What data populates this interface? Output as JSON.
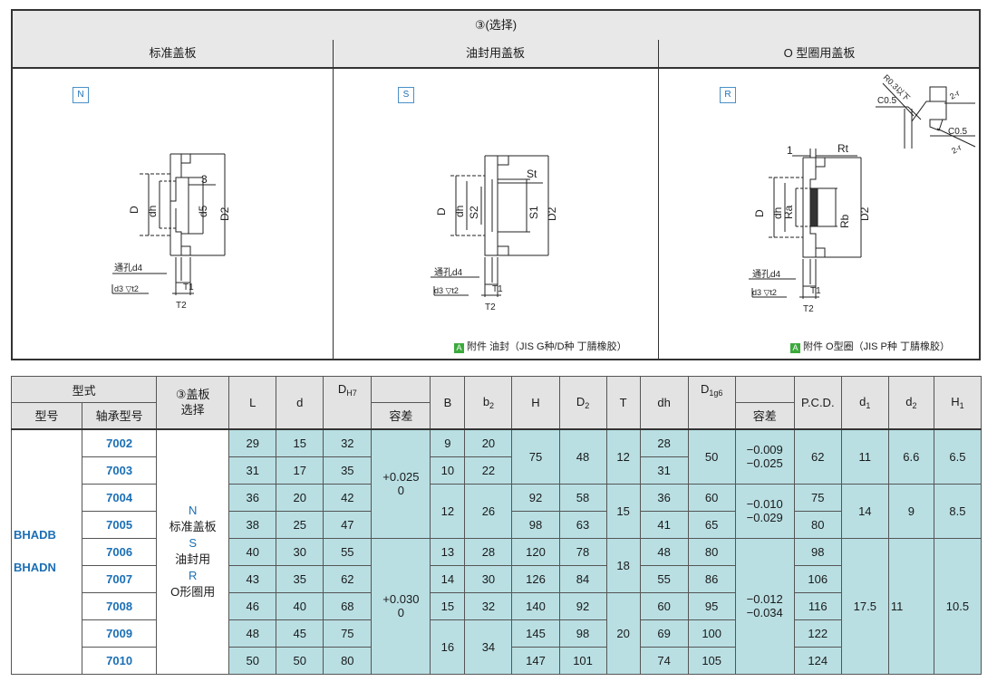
{
  "top": {
    "title": "③(选择)",
    "headers": [
      "标准盖板",
      "油封用盖板",
      "O 型圈用盖板"
    ],
    "tags": [
      "N",
      "S",
      "R"
    ],
    "notes": [
      "附件  油封（JIS G种/D种 丁腈橡胶）",
      "附件  O型圈（JIS P种 丁腈橡胶）"
    ],
    "note_badge": "A",
    "drawing_labels": {
      "n": [
        "3",
        "D",
        "dh",
        "d5",
        "D2",
        "通孔d4",
        "d3 ▽t2",
        "T1",
        "T2"
      ],
      "s": [
        "St",
        "D",
        "dh",
        "S2",
        "S1",
        "D2",
        "通孔d4",
        "d3 ▽t2",
        "T1",
        "T2"
      ],
      "r": [
        "1",
        "Rt",
        "D",
        "dh",
        "Ra",
        "Rb",
        "D2",
        "通孔d4",
        "d3 ▽t2",
        "T1",
        "T2",
        "C0.5",
        "R0.3以下",
        "2-r",
        "C0.5",
        "2-r"
      ]
    }
  },
  "table": {
    "headers": {
      "type": "型式",
      "model": "型号",
      "bearing": "轴承型号",
      "cover_1": "③盖板",
      "cover_2": "选择",
      "L": "L",
      "d": "d",
      "D": "D",
      "D_sub": "H7",
      "tol": "容差",
      "B": "B",
      "b": "b",
      "b_sub": "2",
      "H": "H",
      "D2": "D",
      "D2_sub": "2",
      "T": "T",
      "dh": "dh",
      "D1": "D",
      "D1_sub": "1g6",
      "pcd": "P.C.D.",
      "d1": "d",
      "d1_sub": "1",
      "d2": "d",
      "d2_sub": "2",
      "H1": "H",
      "H1_sub": "1"
    },
    "models": [
      "BHADB",
      "BHADN"
    ],
    "bearings": [
      "7002",
      "7003",
      "7004",
      "7005",
      "7006",
      "7007",
      "7008",
      "7009",
      "7010"
    ],
    "selection": [
      {
        "code": "N",
        "label": "标准盖板"
      },
      {
        "code": "S",
        "label": "油封用"
      },
      {
        "code": "R",
        "label": "O形圈用"
      }
    ],
    "L": [
      "29",
      "31",
      "36",
      "38",
      "40",
      "43",
      "46",
      "48",
      "50"
    ],
    "d": [
      "15",
      "17",
      "20",
      "25",
      "30",
      "35",
      "40",
      "45",
      "50"
    ],
    "D": [
      "32",
      "35",
      "42",
      "47",
      "55",
      "62",
      "68",
      "75",
      "80"
    ],
    "D_tol": [
      {
        "a": "+0.025",
        "b": "0"
      },
      {
        "a": "+0.030",
        "b": "0"
      }
    ],
    "B": [
      "9",
      "10",
      "12",
      "13",
      "14",
      "15",
      "16"
    ],
    "b2": [
      "20",
      "22",
      "26",
      "28",
      "30",
      "32",
      "34"
    ],
    "H": [
      "75",
      "92",
      "98",
      "120",
      "126",
      "140",
      "145",
      "147"
    ],
    "D2": [
      "48",
      "58",
      "63",
      "78",
      "84",
      "92",
      "98",
      "101"
    ],
    "T": [
      "12",
      "15",
      "18",
      "20"
    ],
    "dh": [
      "28",
      "31",
      "36",
      "41",
      "48",
      "55",
      "60",
      "69",
      "74"
    ],
    "D1": [
      "50",
      "60",
      "65",
      "80",
      "86",
      "95",
      "100",
      "105"
    ],
    "D1_tol": [
      {
        "a": "−0.009",
        "b": "−0.025"
      },
      {
        "a": "−0.010",
        "b": "−0.029"
      },
      {
        "a": "−0.012",
        "b": "−0.034"
      }
    ],
    "pcd": [
      "62",
      "75",
      "80",
      "98",
      "106",
      "116",
      "122",
      "124"
    ],
    "d1": [
      "11",
      "14",
      "17.5"
    ],
    "d2": [
      "6.6",
      "9",
      "11"
    ],
    "H1": [
      "6.5",
      "8.5",
      "10.5"
    ]
  }
}
